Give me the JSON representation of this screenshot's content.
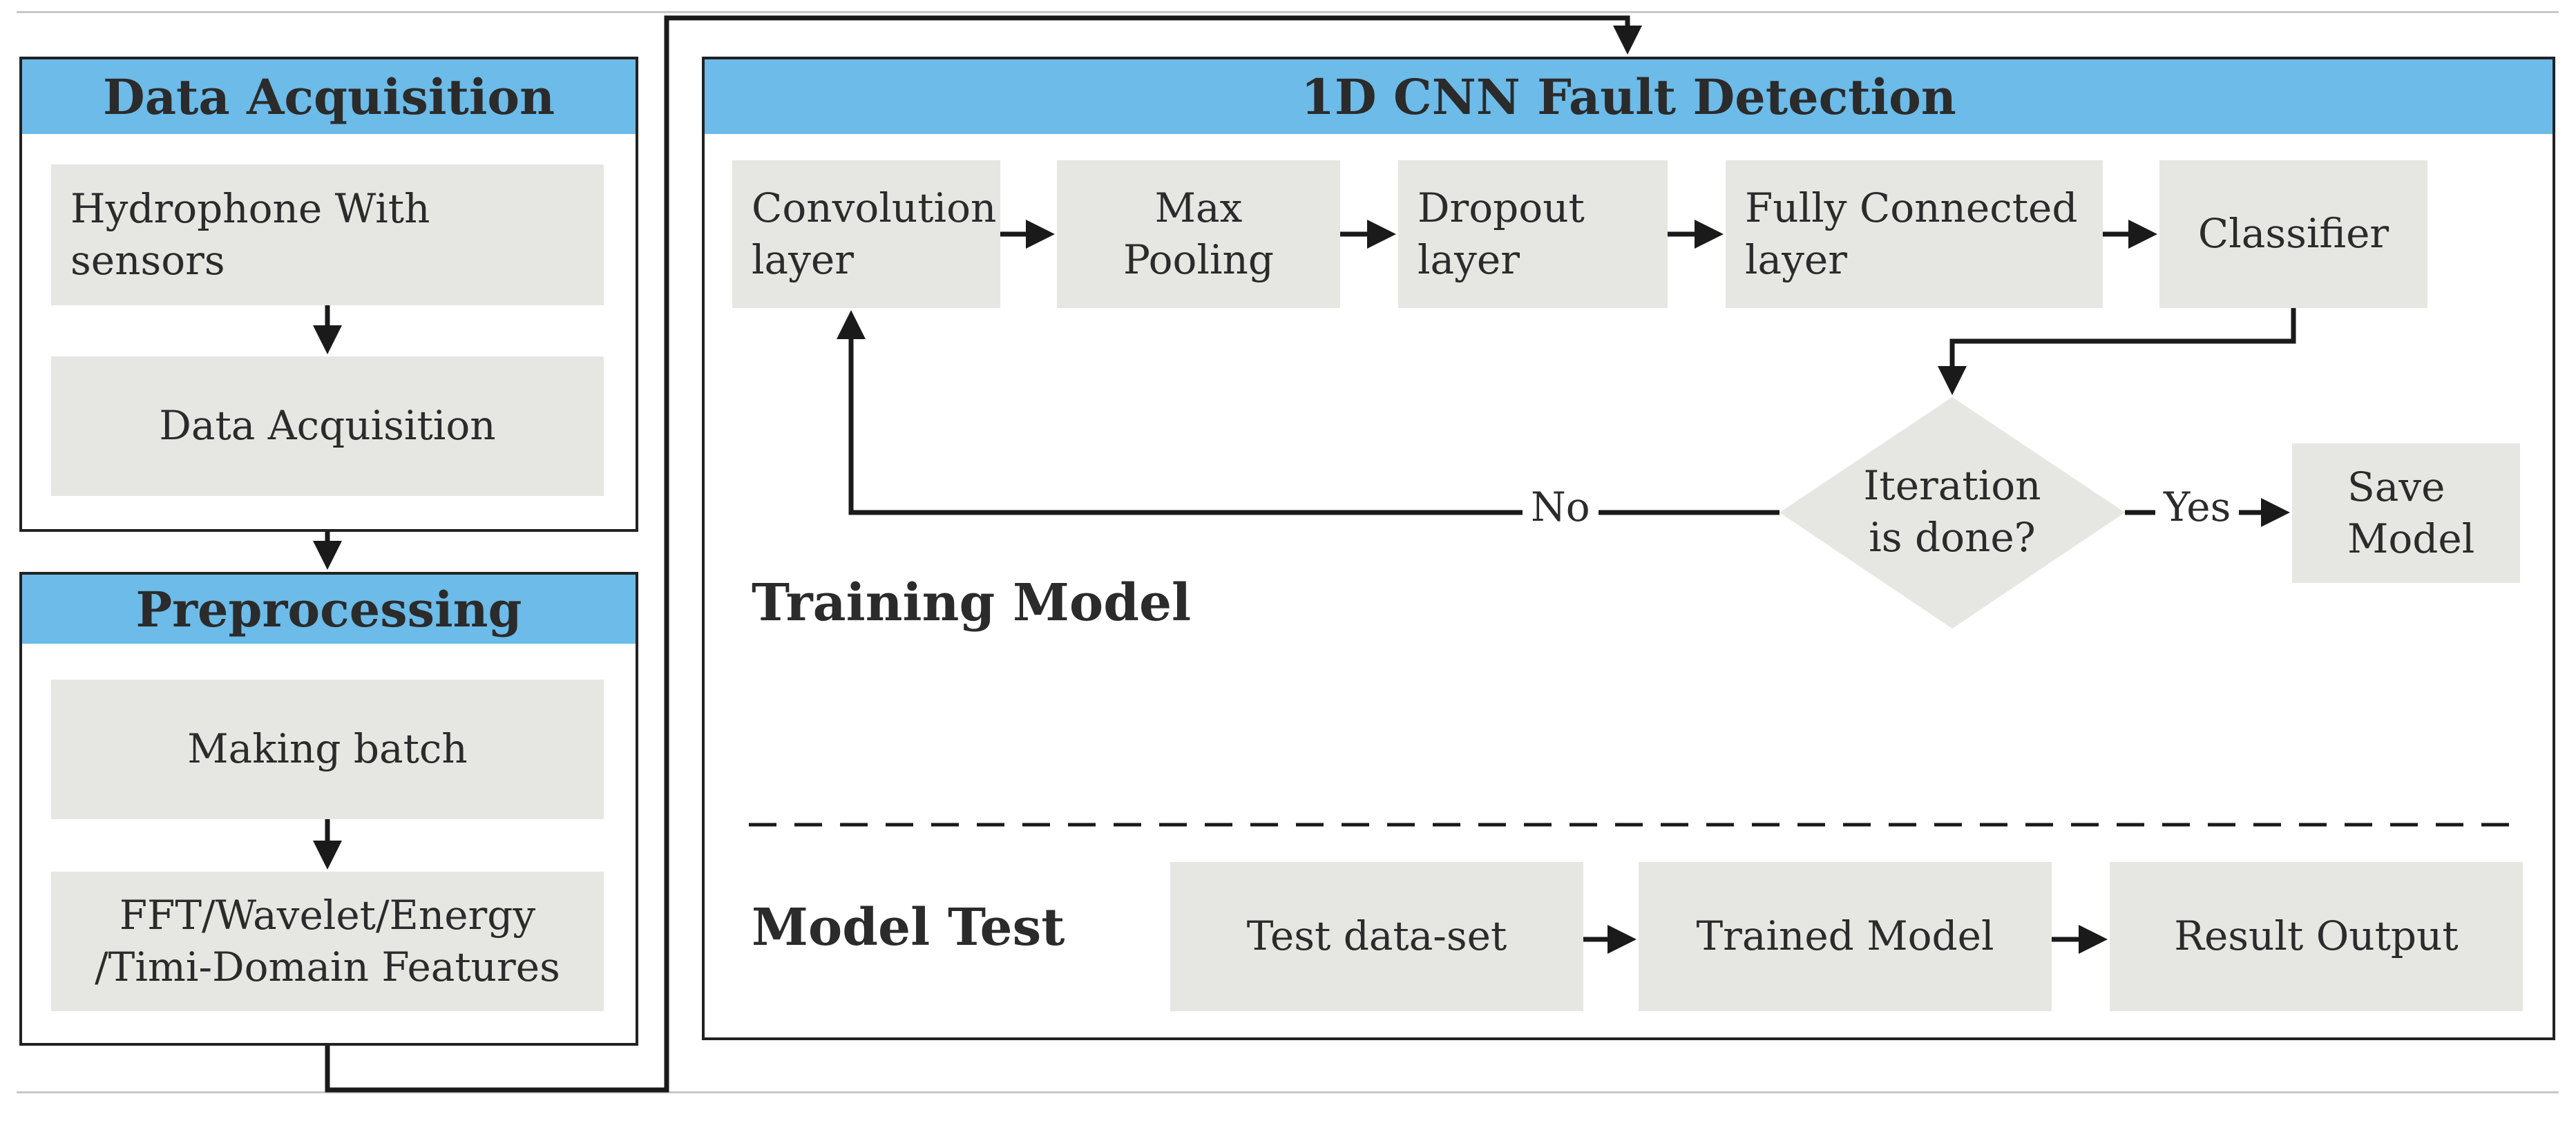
{
  "data_acquisition": {
    "title": "Data Acquisition",
    "box1": "Hydrophone With\nsensors",
    "box2": "Data Acquisition"
  },
  "preprocessing": {
    "title": "Preprocessing",
    "box1": "Making batch",
    "box2": "FFT/Wavelet/Energy\n/Timi-Domain Features"
  },
  "cnn": {
    "title": "1D CNN Fault Detection",
    "training": {
      "section_title": "Training Model",
      "steps": [
        "Convolution\nlayer",
        "Max Pooling",
        "Dropout\nlayer",
        "Fully Connected\nlayer",
        "Classifier"
      ],
      "decision": "Iteration\nis done?",
      "no_label": "No",
      "yes_label": "Yes",
      "save": "Save\nModel"
    },
    "test": {
      "section_title": "Model Test",
      "steps": [
        "Test data-set",
        "Trained Model",
        "Result Output"
      ]
    }
  },
  "colors": {
    "header_blue": "#6cbbe8",
    "box_gray": "#e6e6e3",
    "line": "#1a1a1a"
  }
}
